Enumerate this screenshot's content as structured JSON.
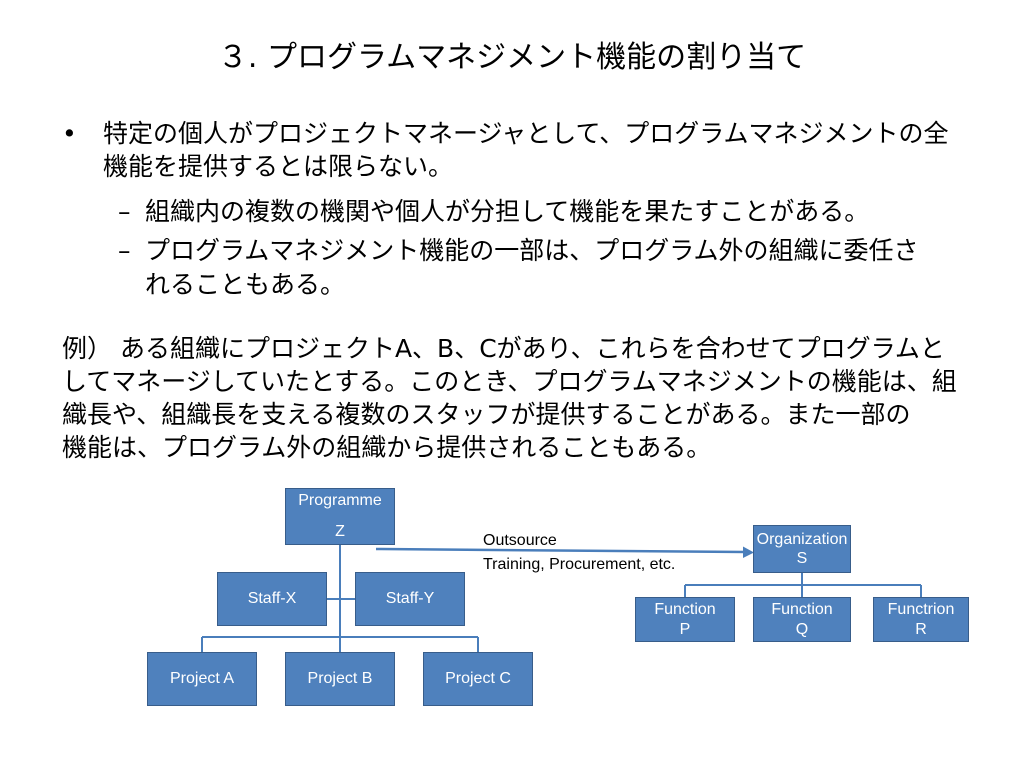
{
  "slide": {
    "title": "３. プログラムマネジメント機能の割り当て",
    "bullet": {
      "marker": "•",
      "lines": [
        "特定の個人がプロジェクトマネージャとして、プログラムマネジメントの全",
        "機能を提供するとは限らない。"
      ]
    },
    "sub_bullets": [
      {
        "marker": "–",
        "lines": [
          "組織内の複数の機関や個人が分担して機能を果たすことがある。"
        ]
      },
      {
        "marker": "–",
        "lines": [
          "プログラムマネジメント機能の一部は、プログラム外の組織に委任さ",
          "れることもある。"
        ]
      }
    ],
    "example": {
      "lines": [
        "例） ある組織にプロジェクトA、B、Cがあり、これらを合わせてプログラムと",
        "してマネージしていたとする。このとき、プログラムマネジメントの機能は、組",
        "織長や、組織長を支える複数のスタッフが提供することがある。また一部の",
        "機能は、プログラム外の組織から提供されることもある。"
      ]
    }
  },
  "diagram": {
    "programme": {
      "line1": "Programme",
      "line2": "Z"
    },
    "staff": [
      "Staff-X",
      "Staff-Y"
    ],
    "projects": [
      "Project A",
      "Project B",
      "Project C"
    ],
    "arrow_label": {
      "line1": "Outsource",
      "line2": "Training, Procurement, etc."
    },
    "organization": {
      "line1": "Organization",
      "line2": "S"
    },
    "functions": [
      {
        "line1": "Function",
        "line2": "P"
      },
      {
        "line1": "Function",
        "line2": "Q"
      },
      {
        "line1": "Functrion",
        "line2": "R"
      }
    ]
  },
  "colors": {
    "box_fill": "#4F81BD",
    "box_border": "#385D8A",
    "connector": "#4A7EBB",
    "box_text": "#FFFFFF",
    "text": "#000000"
  }
}
